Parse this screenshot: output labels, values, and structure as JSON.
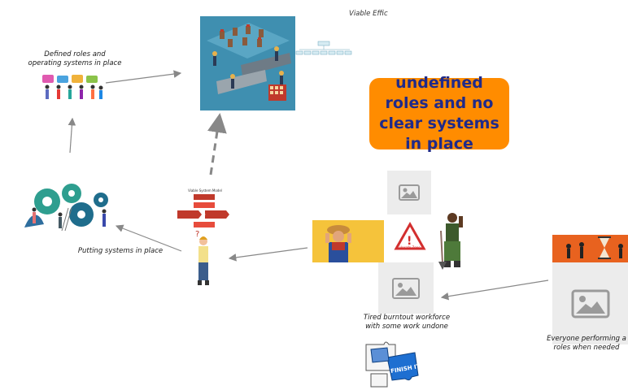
{
  "diagram": {
    "title": "Viable Effic",
    "callout": "undefined roles and no clear systems in place",
    "captions": {
      "defined_roles": "Defined roles and\noperating systems in place",
      "putting_systems": "Putting systems in place",
      "tired_workforce": "Tired burntout workforce\nwith some work undone",
      "everyone_performing": "Everyone performing a\nroles when needed"
    },
    "vsm_chart_title": "Viable System Model",
    "warning_sign_label": "Unsafe Zone",
    "puzzle_label": "FINISH IT",
    "colors": {
      "callout_bg": "#ff8c00",
      "callout_text": "#1f2a8a",
      "factory_bg": "#3f8fb0",
      "arrow": "#888888"
    }
  }
}
